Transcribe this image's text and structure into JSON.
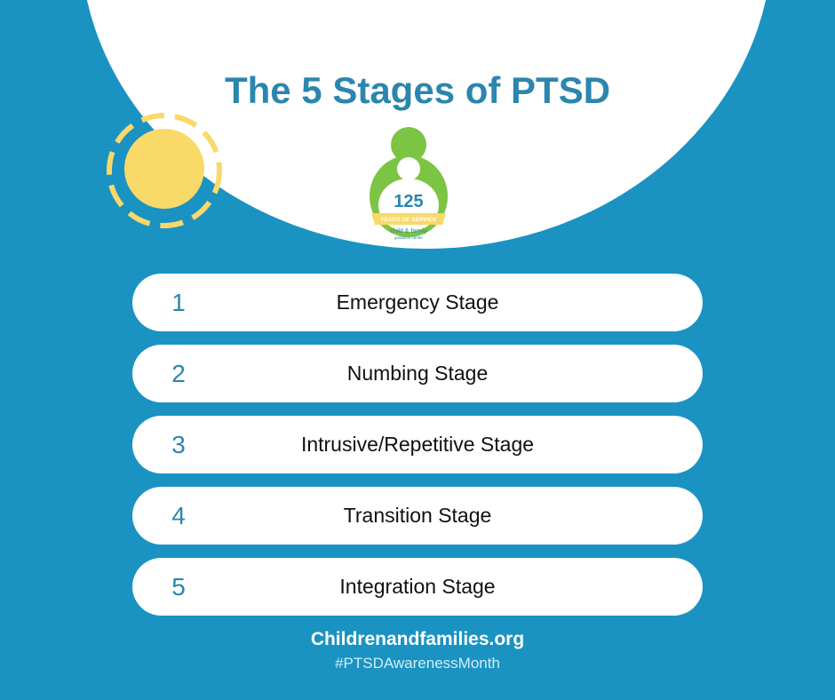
{
  "title": "The 5 Stages of PTSD",
  "logo": {
    "number": "125",
    "banner": "YEARS OF SERVICE",
    "name": "child & family",
    "subname": "guidance center"
  },
  "stages": [
    {
      "number": "1",
      "label": "Emergency Stage"
    },
    {
      "number": "2",
      "label": "Numbing Stage"
    },
    {
      "number": "3",
      "label": "Intrusive/Repetitive Stage"
    },
    {
      "number": "4",
      "label": "Transition Stage"
    },
    {
      "number": "5",
      "label": "Integration Stage"
    }
  ],
  "footer": {
    "website": "Childrenandfamilies.org",
    "hashtag": "#PTSDAwarenessMonth"
  },
  "colors": {
    "background": "#1a93c2",
    "accent_blue": "#2b86ae",
    "sun_yellow": "#f9d968",
    "logo_green": "#7cc443"
  }
}
